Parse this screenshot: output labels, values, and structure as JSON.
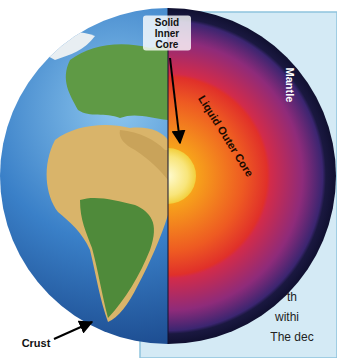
{
  "diagram": {
    "labels": [
      "Solid Inner Core",
      "Liquid Outer Core",
      "Mantle",
      "Crust",
      "th",
      "withi",
      "The dec"
    ]
  }
}
